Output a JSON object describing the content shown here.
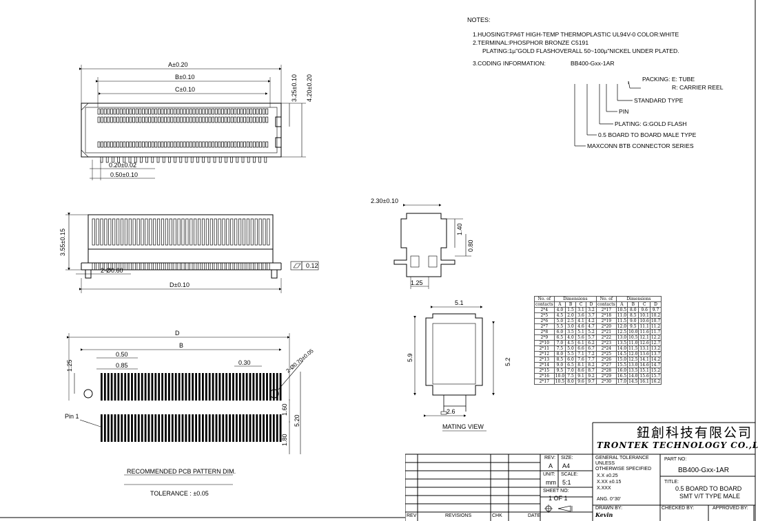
{
  "notes": {
    "heading": "NOTES:",
    "line1": "1.HUOSINGT:PA6T HIGH-TEMP THERMOPLASTIC UL94V-0 COLOR:WHITE",
    "line2": "2.TERMINAL:PHOSPHOR BRONZE C5191",
    "line3": "PLATING:1µ\"GOLD FLASHOVERALL 50~100µ\"NICKEL UNDER PLATED.",
    "line4_label": "3.CODING INFORMATION:",
    "code": "BB400-Gxx-1AR",
    "packing": "PACKING: E: TUBE",
    "packing2": "R: CARRIER REEL",
    "standard": "STANDARD TYPE",
    "pin": "PIN",
    "plating": "PLATING: G:GOLD FLASH",
    "board": "0.5 BOARD TO BOARD MALE TYPE",
    "series": "MAXCONN BTB CONNECTOR SERIES"
  },
  "top_view": {
    "a": "A±0.20",
    "b": "B±0.10",
    "c": "C±0.10",
    "h1": "3.25±0.10",
    "h2": "4.20±0.20",
    "w1": "0.20±0.02",
    "pitch": "0.50±0.10"
  },
  "front_view": {
    "height": "3.55±0.15",
    "holes": "2-Ø0.60",
    "d": "D±0.10",
    "flatness": "0.12"
  },
  "side_view": {
    "width": "2.30±0.10",
    "h1": "1.40",
    "h2": "0.80",
    "foot": "1.25"
  },
  "mating_view": {
    "width": "5.1",
    "height": "5.9",
    "inner": "5.2",
    "bottom": "2.6",
    "caption": "MATING VIEW"
  },
  "pcb": {
    "d": "D",
    "b": "B",
    "p1": "0.50",
    "p2": "0.85",
    "p3": "0.30",
    "hole": "2-Ø0.70±0.05",
    "h1": "1.25",
    "h2": "1.60",
    "h3": "5.20",
    "h4": "1.80",
    "pin1": "Pin 1",
    "caption": "RECOMMENDED PCB PATTERN DIM.",
    "tolerance": "TOLERANCE : ±0.05"
  },
  "table": {
    "h_contacts": "No. of",
    "h_contacts2": "contacts",
    "h_dims": "Dimensions",
    "cols": [
      "A",
      "B",
      "C",
      "D"
    ],
    "left": [
      [
        "2*4",
        "4.0",
        "1.5",
        "3.1",
        "3.2"
      ],
      [
        "2*5",
        "4.5",
        "2.0",
        "3.6",
        "3.7"
      ],
      [
        "2*6",
        "5.0",
        "2.5",
        "4.1",
        "4.2"
      ],
      [
        "2*7",
        "5.5",
        "3.0",
        "4.6",
        "4.7"
      ],
      [
        "2*8",
        "6.0",
        "3.5",
        "5.1",
        "5.2"
      ],
      [
        "2*9",
        "6.5",
        "4.0",
        "5.6",
        "5.7"
      ],
      [
        "2*10",
        "7.0",
        "4.5",
        "6.1",
        "6.2"
      ],
      [
        "2*11",
        "7.5",
        "5.0",
        "6.6",
        "6.7"
      ],
      [
        "2*12",
        "8.0",
        "5.5",
        "7.1",
        "7.2"
      ],
      [
        "2*13",
        "8.5",
        "6.0",
        "7.6",
        "7.7"
      ],
      [
        "2*14",
        "9.0",
        "6.5",
        "8.1",
        "8.2"
      ],
      [
        "2*15",
        "9.5",
        "7.0",
        "8.6",
        "8.7"
      ],
      [
        "2*16",
        "10.0",
        "7.5",
        "9.1",
        "9.2"
      ],
      [
        "2*17",
        "10.5",
        "8.0",
        "9.6",
        "9.7"
      ]
    ],
    "right": [
      [
        "2*17",
        "10.5",
        "8.0",
        "9.6",
        "9.7"
      ],
      [
        "2*18",
        "11.0",
        "8.5",
        "10.1",
        "10.2"
      ],
      [
        "2*19",
        "11.5",
        "9.0",
        "10.6",
        "10.7"
      ],
      [
        "2*20",
        "12.0",
        "9.5",
        "11.1",
        "11.2"
      ],
      [
        "2*21",
        "12.5",
        "10.0",
        "11.6",
        "11.7"
      ],
      [
        "2*22",
        "13.0",
        "10.5",
        "12.1",
        "12.2"
      ],
      [
        "2*23",
        "13.5",
        "11.0",
        "12.6",
        "12.7"
      ],
      [
        "2*24",
        "14.0",
        "11.5",
        "13.1",
        "13.2"
      ],
      [
        "2*25",
        "14.5",
        "12.0",
        "13.6",
        "13.7"
      ],
      [
        "2*26",
        "15.0",
        "12.5",
        "14.1",
        "14.2"
      ],
      [
        "2*27",
        "15.5",
        "13.0",
        "14.6",
        "14.7"
      ],
      [
        "2*28",
        "16.0",
        "13.5",
        "15.1",
        "15.2"
      ],
      [
        "2*29",
        "16.5",
        "14.0",
        "15.6",
        "15.7"
      ],
      [
        "2*30",
        "17.0",
        "14.5",
        "16.1",
        "16.2"
      ]
    ]
  },
  "title_block": {
    "company_cn": "鈕創科技有限公司",
    "company_en": "TRONTEK TECHNOLOGY CO.,LTD.",
    "rev_label": "REV:",
    "rev": "A",
    "size_label": "SIZE:",
    "size": "A4",
    "unit_label": "UNIT:",
    "unit": "mm",
    "scale_label": "SCALE:",
    "scale": "5:1",
    "sheet_label": "SHEET NO:",
    "sheet": "1 OF 1",
    "tol_1": "GENERAL TOLERANCE",
    "tol_2": "UNLESS",
    "tol_3": "OTHERWISE SPECIFIED",
    "tol_4": "X.X   ±0.25",
    "tol_5": "X.XX  ±0.15",
    "tol_6": "X.XXX",
    "tol_7": "ANG.  0°30'",
    "part_label": "PART NO:",
    "part": "BB400-Gxx-1AR",
    "title_label": "TITLE:",
    "title1": "0.5 BOARD TO BOARD",
    "title2": "SMT V/T TYPE MALE",
    "drawn_label": "DRAWN BY:",
    "drawn": "Kevin",
    "checked_label": "CHECKED BY:",
    "approved_label": "APPROVED BY:",
    "rev_col": "REV",
    "revisions_col": "REVISIONS",
    "chk_col": "CHK",
    "date_col": "DATE"
  }
}
